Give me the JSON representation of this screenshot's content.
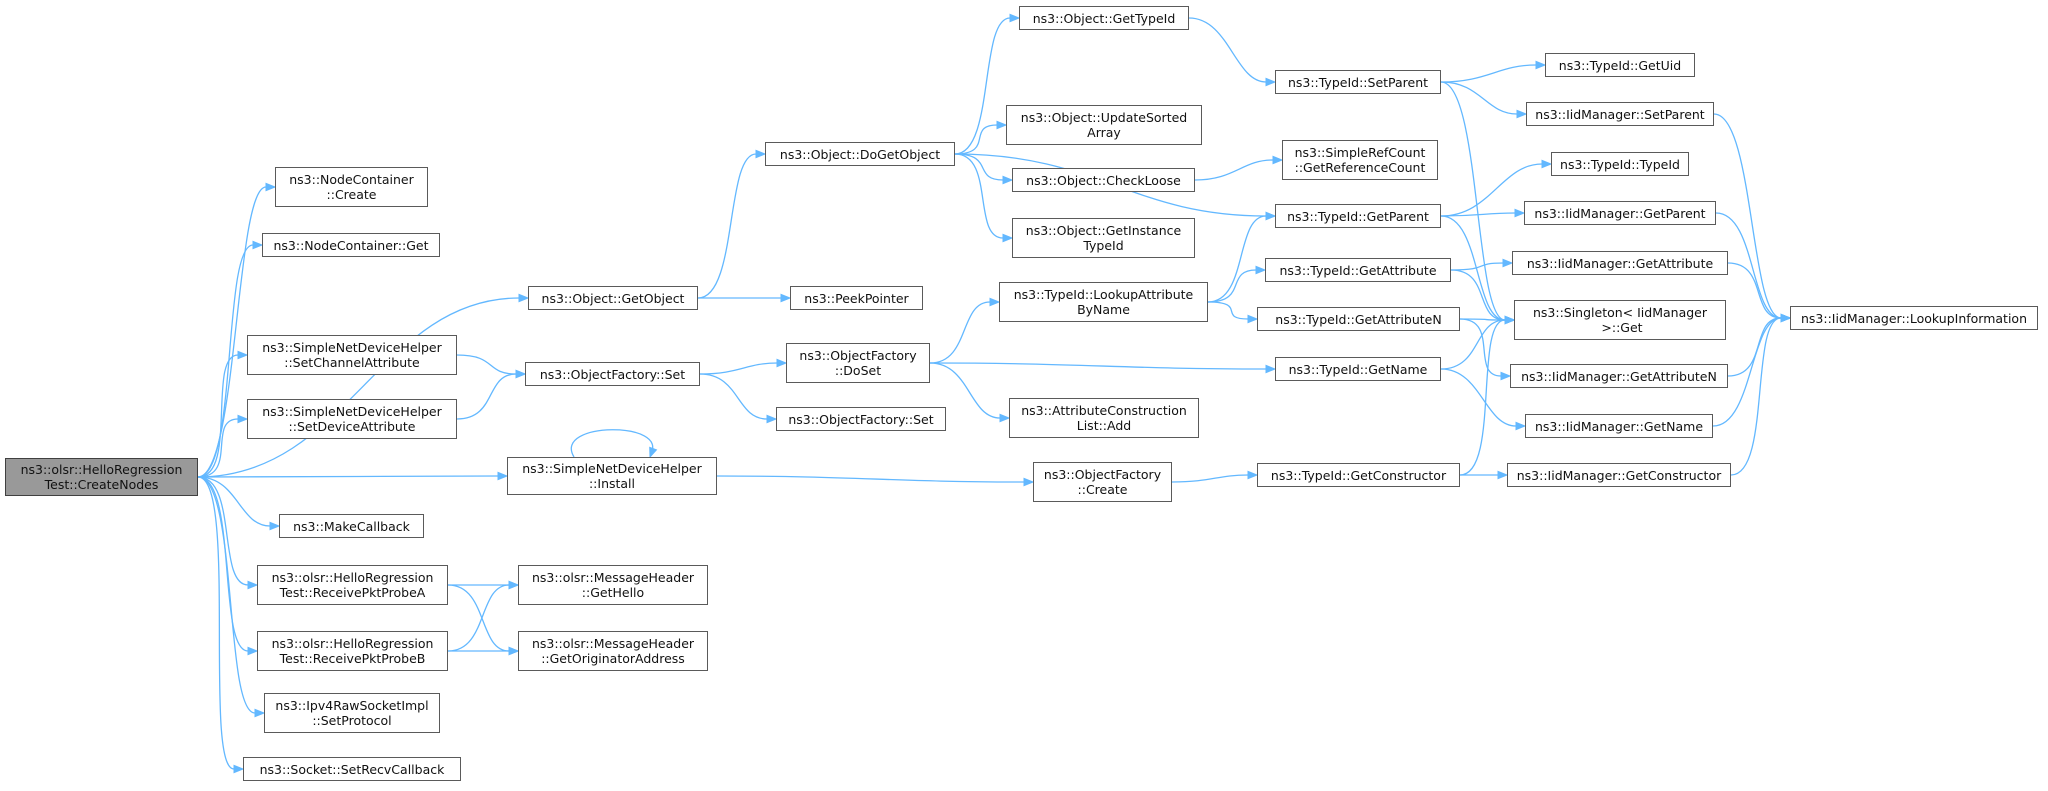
{
  "diagram": {
    "type": "call-graph",
    "colors": {
      "edge": "#63b8ff",
      "node_border": "#5a5a5a",
      "root_fill": "#999999",
      "node_fill": "#ffffff"
    },
    "nodes": [
      {
        "id": "root",
        "label": "ns3::olsr::HelloRegression\nTest::CreateNodes",
        "root": true
      },
      {
        "id": "nc_create",
        "label": "ns3::NodeContainer\n::Create"
      },
      {
        "id": "nc_get",
        "label": "ns3::NodeContainer::Get"
      },
      {
        "id": "obj_getobject",
        "label": "ns3::Object::GetObject"
      },
      {
        "id": "sndh_setchan",
        "label": "ns3::SimpleNetDeviceHelper\n::SetChannelAttribute"
      },
      {
        "id": "sndh_setdev",
        "label": "ns3::SimpleNetDeviceHelper\n::SetDeviceAttribute"
      },
      {
        "id": "sndh_install",
        "label": "ns3::SimpleNetDeviceHelper\n::Install"
      },
      {
        "id": "makecallback",
        "label": "ns3::MakeCallback"
      },
      {
        "id": "probeA",
        "label": "ns3::olsr::HelloRegression\nTest::ReceivePktProbeA"
      },
      {
        "id": "probeB",
        "label": "ns3::olsr::HelloRegression\nTest::ReceivePktProbeB"
      },
      {
        "id": "ipv4raw",
        "label": "ns3::Ipv4RawSocketImpl\n::SetProtocol"
      },
      {
        "id": "sock_setrecv",
        "label": "ns3::Socket::SetRecvCallback"
      },
      {
        "id": "obj_dogetobject",
        "label": "ns3::Object::DoGetObject"
      },
      {
        "id": "peekpointer",
        "label": "ns3::PeekPointer"
      },
      {
        "id": "of_set",
        "label": "ns3::ObjectFactory::Set"
      },
      {
        "id": "mh_gethello",
        "label": "ns3::olsr::MessageHeader\n::GetHello"
      },
      {
        "id": "mh_getorig",
        "label": "ns3::olsr::MessageHeader\n::GetOriginatorAddress"
      },
      {
        "id": "obj_gettypeid",
        "label": "ns3::Object::GetTypeId"
      },
      {
        "id": "obj_updatesorted",
        "label": "ns3::Object::UpdateSorted\nArray"
      },
      {
        "id": "obj_checkloose",
        "label": "ns3::Object::CheckLoose"
      },
      {
        "id": "obj_getinstance",
        "label": "ns3::Object::GetInstance\nTypeId"
      },
      {
        "id": "of_doset",
        "label": "ns3::ObjectFactory\n::DoSet"
      },
      {
        "id": "of_set2",
        "label": "ns3::ObjectFactory::Set"
      },
      {
        "id": "of_create",
        "label": "ns3::ObjectFactory\n::Create"
      },
      {
        "id": "tid_lookupattr",
        "label": "ns3::TypeId::LookupAttribute\nByName"
      },
      {
        "id": "acl_add",
        "label": "ns3::AttributeConstruction\nList::Add"
      },
      {
        "id": "tid_setparent",
        "label": "ns3::TypeId::SetParent"
      },
      {
        "id": "tid_getparent",
        "label": "ns3::TypeId::GetParent"
      },
      {
        "id": "tid_getattr",
        "label": "ns3::TypeId::GetAttribute"
      },
      {
        "id": "tid_getattrn",
        "label": "ns3::TypeId::GetAttributeN"
      },
      {
        "id": "tid_getname",
        "label": "ns3::TypeId::GetName"
      },
      {
        "id": "tid_getctor",
        "label": "ns3::TypeId::GetConstructor"
      },
      {
        "id": "srefcount",
        "label": "ns3::SimpleRefCount\n::GetReferenceCount"
      },
      {
        "id": "tid_getuid",
        "label": "ns3::TypeId::GetUid"
      },
      {
        "id": "tid_typeid",
        "label": "ns3::TypeId::TypeId"
      },
      {
        "id": "iid_setparent",
        "label": "ns3::IidManager::SetParent"
      },
      {
        "id": "iid_getparent",
        "label": "ns3::IidManager::GetParent"
      },
      {
        "id": "iid_getattr",
        "label": "ns3::IidManager::GetAttribute"
      },
      {
        "id": "singleton_get",
        "label": "ns3::Singleton< IidManager\n >::Get"
      },
      {
        "id": "iid_getattrn",
        "label": "ns3::IidManager::GetAttributeN"
      },
      {
        "id": "iid_getname",
        "label": "ns3::IidManager::GetName"
      },
      {
        "id": "iid_getctor",
        "label": "ns3::IidManager::GetConstructor"
      },
      {
        "id": "iid_lookupinfo",
        "label": "ns3::IidManager::LookupInformation"
      }
    ],
    "edges": [
      [
        "root",
        "nc_create"
      ],
      [
        "root",
        "nc_get"
      ],
      [
        "root",
        "obj_getobject"
      ],
      [
        "root",
        "sndh_setchan"
      ],
      [
        "root",
        "sndh_setdev"
      ],
      [
        "root",
        "sndh_install"
      ],
      [
        "root",
        "makecallback"
      ],
      [
        "root",
        "probeA"
      ],
      [
        "root",
        "probeB"
      ],
      [
        "root",
        "ipv4raw"
      ],
      [
        "root",
        "sock_setrecv"
      ],
      [
        "obj_getobject",
        "obj_dogetobject"
      ],
      [
        "obj_getobject",
        "peekpointer"
      ],
      [
        "sndh_setchan",
        "of_set"
      ],
      [
        "sndh_setdev",
        "of_set"
      ],
      [
        "sndh_install",
        "sndh_install"
      ],
      [
        "sndh_install",
        "of_create"
      ],
      [
        "probeA",
        "mh_gethello"
      ],
      [
        "probeA",
        "mh_getorig"
      ],
      [
        "probeB",
        "mh_gethello"
      ],
      [
        "probeB",
        "mh_getorig"
      ],
      [
        "obj_dogetobject",
        "obj_gettypeid"
      ],
      [
        "obj_dogetobject",
        "obj_updatesorted"
      ],
      [
        "obj_dogetobject",
        "obj_checkloose"
      ],
      [
        "obj_dogetobject",
        "obj_getinstance"
      ],
      [
        "obj_dogetobject",
        "tid_getparent"
      ],
      [
        "of_set",
        "of_doset"
      ],
      [
        "of_set",
        "of_set2"
      ],
      [
        "of_doset",
        "tid_lookupattr"
      ],
      [
        "of_doset",
        "acl_add"
      ],
      [
        "of_doset",
        "tid_getname"
      ],
      [
        "of_create",
        "tid_getctor"
      ],
      [
        "obj_gettypeid",
        "tid_setparent"
      ],
      [
        "obj_checkloose",
        "srefcount"
      ],
      [
        "tid_lookupattr",
        "tid_getparent"
      ],
      [
        "tid_lookupattr",
        "tid_getattr"
      ],
      [
        "tid_lookupattr",
        "tid_getattrn"
      ],
      [
        "tid_setparent",
        "tid_getuid"
      ],
      [
        "tid_setparent",
        "iid_setparent"
      ],
      [
        "tid_setparent",
        "singleton_get"
      ],
      [
        "tid_getparent",
        "tid_typeid"
      ],
      [
        "tid_getparent",
        "iid_getparent"
      ],
      [
        "tid_getparent",
        "singleton_get"
      ],
      [
        "tid_getattr",
        "iid_getattr"
      ],
      [
        "tid_getattr",
        "singleton_get"
      ],
      [
        "tid_getattrn",
        "singleton_get"
      ],
      [
        "tid_getattrn",
        "iid_getattrn"
      ],
      [
        "tid_getname",
        "singleton_get"
      ],
      [
        "tid_getname",
        "iid_getname"
      ],
      [
        "tid_getctor",
        "singleton_get"
      ],
      [
        "tid_getctor",
        "iid_getctor"
      ],
      [
        "iid_setparent",
        "iid_lookupinfo"
      ],
      [
        "iid_getparent",
        "iid_lookupinfo"
      ],
      [
        "iid_getattr",
        "iid_lookupinfo"
      ],
      [
        "iid_getattrn",
        "iid_lookupinfo"
      ],
      [
        "iid_getname",
        "iid_lookupinfo"
      ],
      [
        "iid_getctor",
        "iid_lookupinfo"
      ]
    ]
  }
}
